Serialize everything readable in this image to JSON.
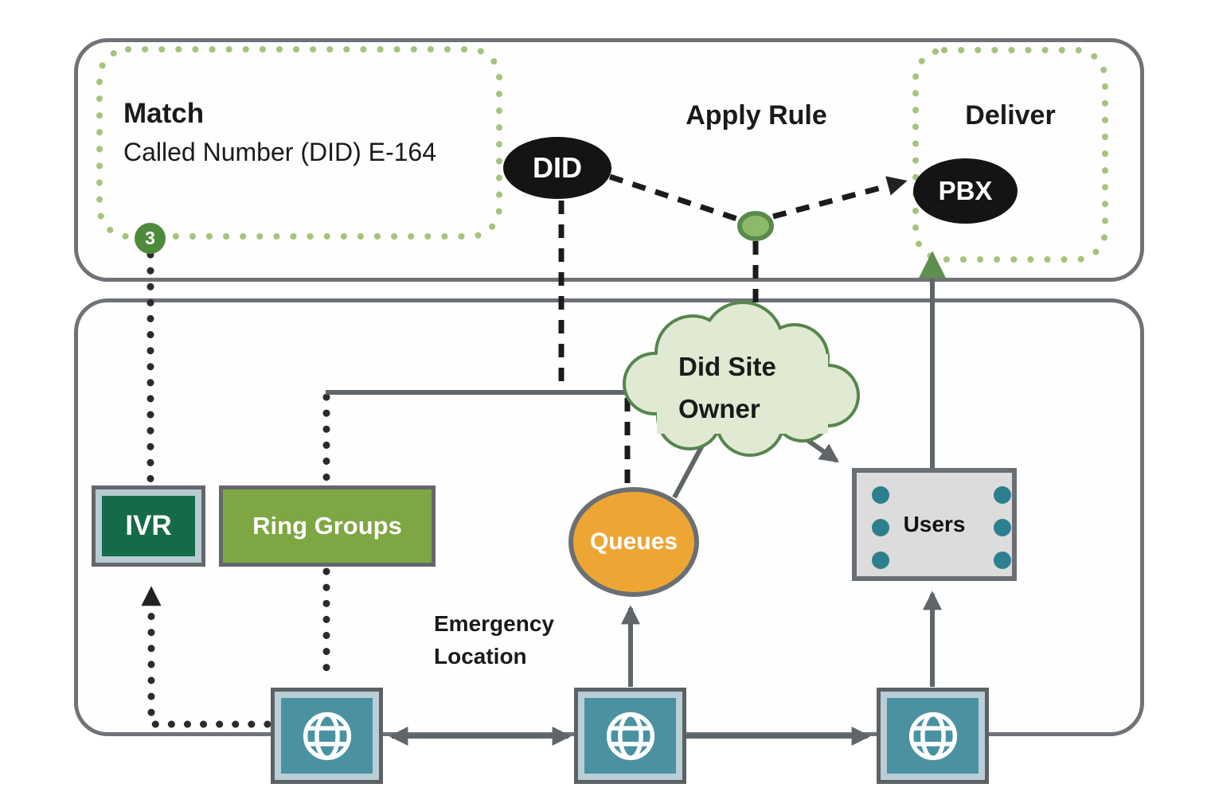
{
  "top": {
    "match": {
      "title": "Match",
      "subtitle": "Called Number (DID) E-164",
      "badge": "3"
    },
    "apply_rule_label": "Apply Rule",
    "deliver_label": "Deliver",
    "did_node": "DID",
    "pbx_node": "PBX"
  },
  "bottom": {
    "ivr_node": "IVR",
    "ring_groups_node": "Ring Groups",
    "cloud": {
      "line1": "Did Site",
      "line2": "Owner"
    },
    "queues_node": "Queues",
    "users_node": "Users",
    "emergency": {
      "line1": "Emergency",
      "line2": "Location"
    }
  },
  "colors": {
    "band_border": "#6f7377",
    "dashed_green": "#a6c37d",
    "badge_green": "#4e8a3c",
    "junction_green": "#8cba6a",
    "arrow_green": "#5d8f4e",
    "node_black": "#141414",
    "ivr_green": "#156a4a",
    "ring_group_green": "#7ea643",
    "queues_orange": "#eda634",
    "cloud_fill": "#e0ead2",
    "cloud_border": "#55864c",
    "users_gray": "#dcdcdc",
    "user_dot_teal": "#2d7f90",
    "gateway_teal": "#4a92a2",
    "gateway_frame": "#b9ced6",
    "connector_gray": "#5f6569",
    "connector_dark": "#222222"
  }
}
